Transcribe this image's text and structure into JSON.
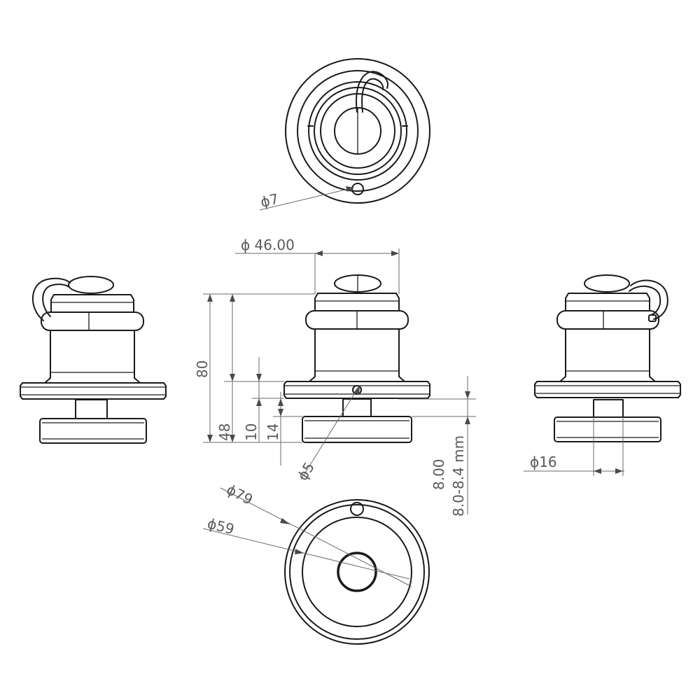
{
  "drawing": {
    "type": "technical-dimension-drawing",
    "line_color": "#1a1a1a",
    "dimension_color": "#6a6a6a",
    "dimensions": {
      "top_hole": "ϕ7",
      "top_diameter": "ϕ 46.00",
      "height_total": "80",
      "height_48": "48",
      "height_10": "10",
      "height_14": "14",
      "hole_5": "ϕ5",
      "gap_value": "8.00",
      "gap_range": "8.0-8.4 mm",
      "shaft_diameter": "ϕ16",
      "outer_diameter": "ϕ79",
      "inner_diameter": "ϕ59"
    }
  }
}
